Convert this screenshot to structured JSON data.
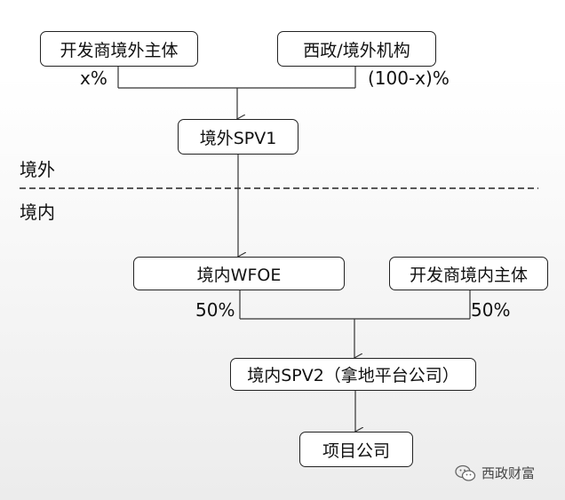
{
  "boxes": {
    "developer_offshore": "开发商境外主体",
    "xizheng_offshore": "西政/境外机构",
    "offshore_spv1": "境外SPV1",
    "onshore_wfoe": "境内WFOE",
    "developer_onshore": "开发商境内主体",
    "onshore_spv2": "境内SPV2（拿地平台公司）",
    "project_company": "项目公司"
  },
  "labels": {
    "pct_x": "x%",
    "pct_100_minus_x": "(100-x)%",
    "pct_left_50": "50%",
    "pct_right_50": "50%",
    "offshore": "境外",
    "onshore": "境内"
  },
  "watermark": {
    "icon": "wechat-icon",
    "text": "西政财富"
  }
}
